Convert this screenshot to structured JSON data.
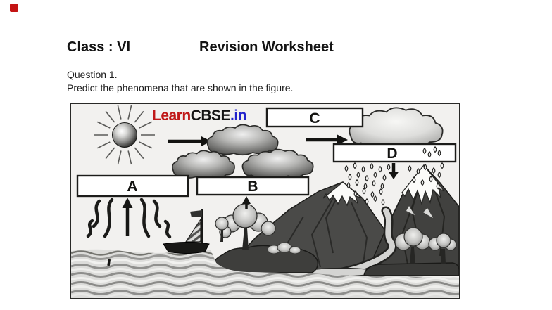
{
  "marker": {
    "style": "background:#c41414"
  },
  "header": {
    "class_label": "Class : VI",
    "title": "Revision Worksheet"
  },
  "question": {
    "label": "Question 1.",
    "prompt": "Predict the phenomena that are shown in the figure."
  },
  "figure": {
    "watermark": {
      "learn": "Learn",
      "cbse": "CBSE",
      "in": ".in"
    },
    "colors": {
      "learn": "#c01818",
      "cbse": "#141414",
      "in": "#2222cc"
    },
    "boxes": {
      "a": "A",
      "b": "B",
      "c": "C",
      "d": "D"
    }
  }
}
